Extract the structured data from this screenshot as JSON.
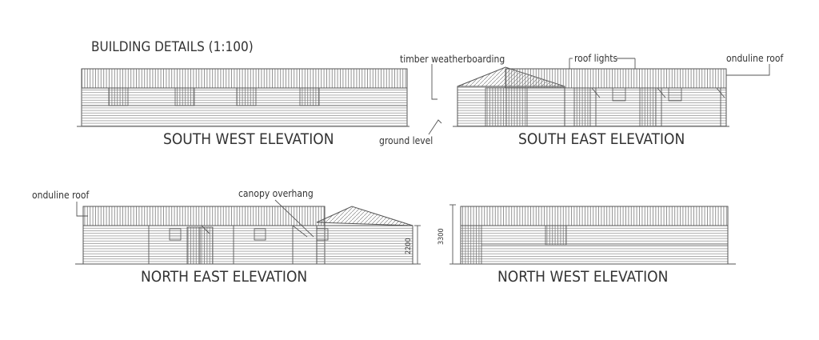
{
  "drawing": {
    "title": "BUILDING DETAILS (1:100)",
    "elevations": {
      "south_west": "SOUTH WEST ELEVATION",
      "south_east": "SOUTH EAST ELEVATION",
      "north_east": "NORTH  EAST ELEVATION",
      "north_west": "NORTH WEST ELEVATION"
    },
    "annotations": {
      "timber_weatherboarding": "timber weatherboarding",
      "roof_lights": "roof lights",
      "onduline_roof_top": "onduline roof",
      "ground_level": "ground level",
      "onduline_roof_bottom": "onduline roof",
      "canopy_overhang": "canopy overhang"
    },
    "dimensions": {
      "eaves_height": "2200",
      "ridge_height": "3300"
    },
    "line_color": "#555555"
  }
}
